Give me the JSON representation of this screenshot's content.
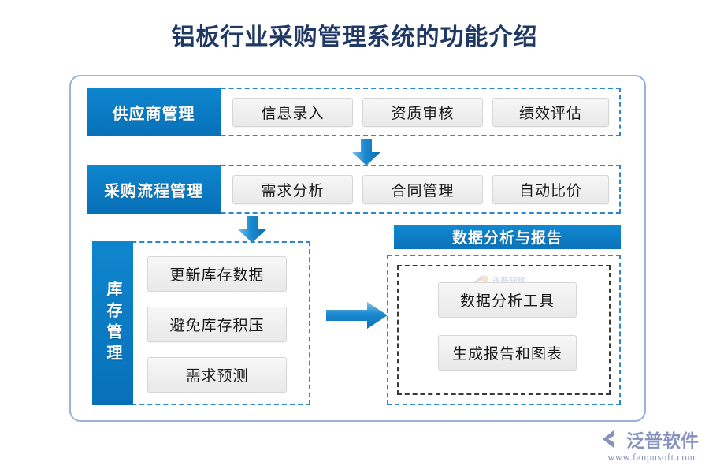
{
  "page": {
    "title": "铝板行业采购管理系统的功能介绍",
    "title_color": "#1F3864",
    "background": "#ffffff"
  },
  "colors": {
    "accent_blue": "#0E86CE",
    "dashed_blue": "#2E86D0",
    "frame_blue": "#9DB0DC",
    "chip_gray": "#EFEFEF",
    "chip_border": "#D6D6D6",
    "inner_dash_dark": "#3A3A3A",
    "logo_purple": "#8691BE",
    "logo_orange": "#E8A06A"
  },
  "diagram": {
    "rows": [
      {
        "id": "supplier",
        "category": "供应商管理",
        "items": [
          "信息录入",
          "资质审核",
          "绩效评估"
        ]
      },
      {
        "id": "process",
        "category": "采购流程管理",
        "items": [
          "需求分析",
          "合同管理",
          "自动比价"
        ]
      }
    ],
    "inventory": {
      "id": "inventory",
      "category": "库存管理",
      "items": [
        "更新库存数据",
        "避免库存积压",
        "需求预测"
      ]
    },
    "analysis": {
      "id": "analysis",
      "header": "数据分析与报告",
      "items": [
        "数据分析工具",
        "生成报告和图表"
      ]
    },
    "connectors": [
      {
        "name": "arrow-supplier-to-process",
        "direction": "down"
      },
      {
        "name": "arrow-process-to-inventory",
        "direction": "down"
      },
      {
        "name": "arrow-inventory-to-analysis",
        "direction": "right"
      }
    ]
  },
  "branding": {
    "name": "泛普软件",
    "url": "www.fanpusoft.com"
  }
}
